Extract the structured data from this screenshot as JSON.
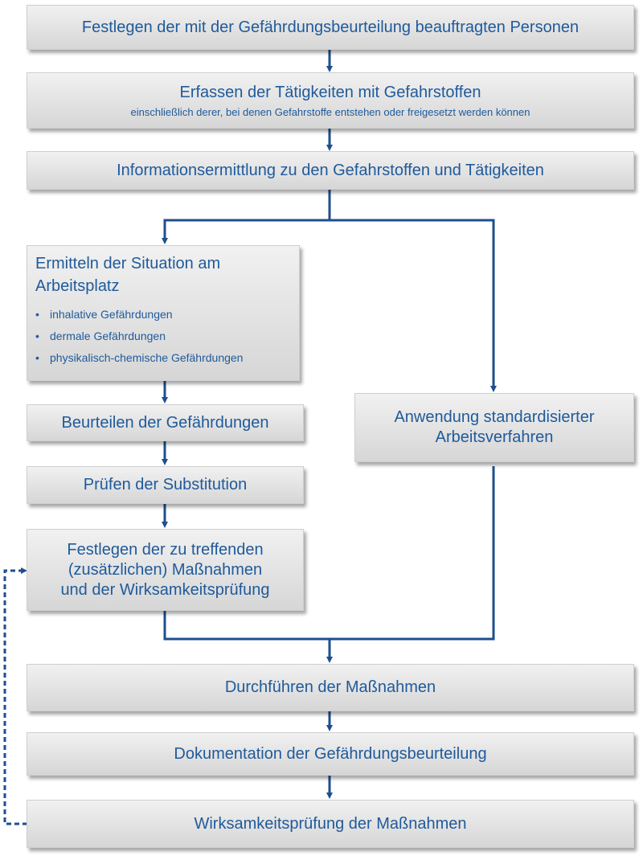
{
  "colors": {
    "text": "#1f5a9b",
    "arrow": "#1d4f8f",
    "box_light": "#f1f1f1",
    "box_dark": "#d6d6d6"
  },
  "boxes": {
    "b1": "Festlegen der mit der Gefährdungsbeurteilung beauftragten Personen",
    "b2_title": "Erfassen der Tätigkeiten mit Gefahrstoffen",
    "b2_sub": "einschließlich derer, bei denen Gefahrstoffe entstehen oder freigesetzt werden können",
    "b3": "Informationsermittlung zu den Gefahrstoffen und Tätigkeiten",
    "b4_title_line1": "Ermitteln der Situation am",
    "b4_title_line2": "Arbeitsplatz",
    "b4_bullets": [
      "inhalative Gefährdungen",
      "dermale Gefährdungen",
      "physikalisch-chemische Gefährdungen"
    ],
    "b5": "Beurteilen der Gefährdungen",
    "b6": "Prüfen der Substitution",
    "b7_line1": "Festlegen der zu treffenden",
    "b7_line2": "(zusätzlichen) Maßnahmen",
    "b7_line3": "und der Wirksamkeitsprüfung",
    "b8_line1": "Anwendung standardisierter",
    "b8_line2": "Arbeitsverfahren",
    "b9": "Durchführen der Maßnahmen",
    "b10": "Dokumentation der Gefährdungsbeurteilung",
    "b11": "Wirksamkeitsprüfung der Maßnahmen"
  }
}
